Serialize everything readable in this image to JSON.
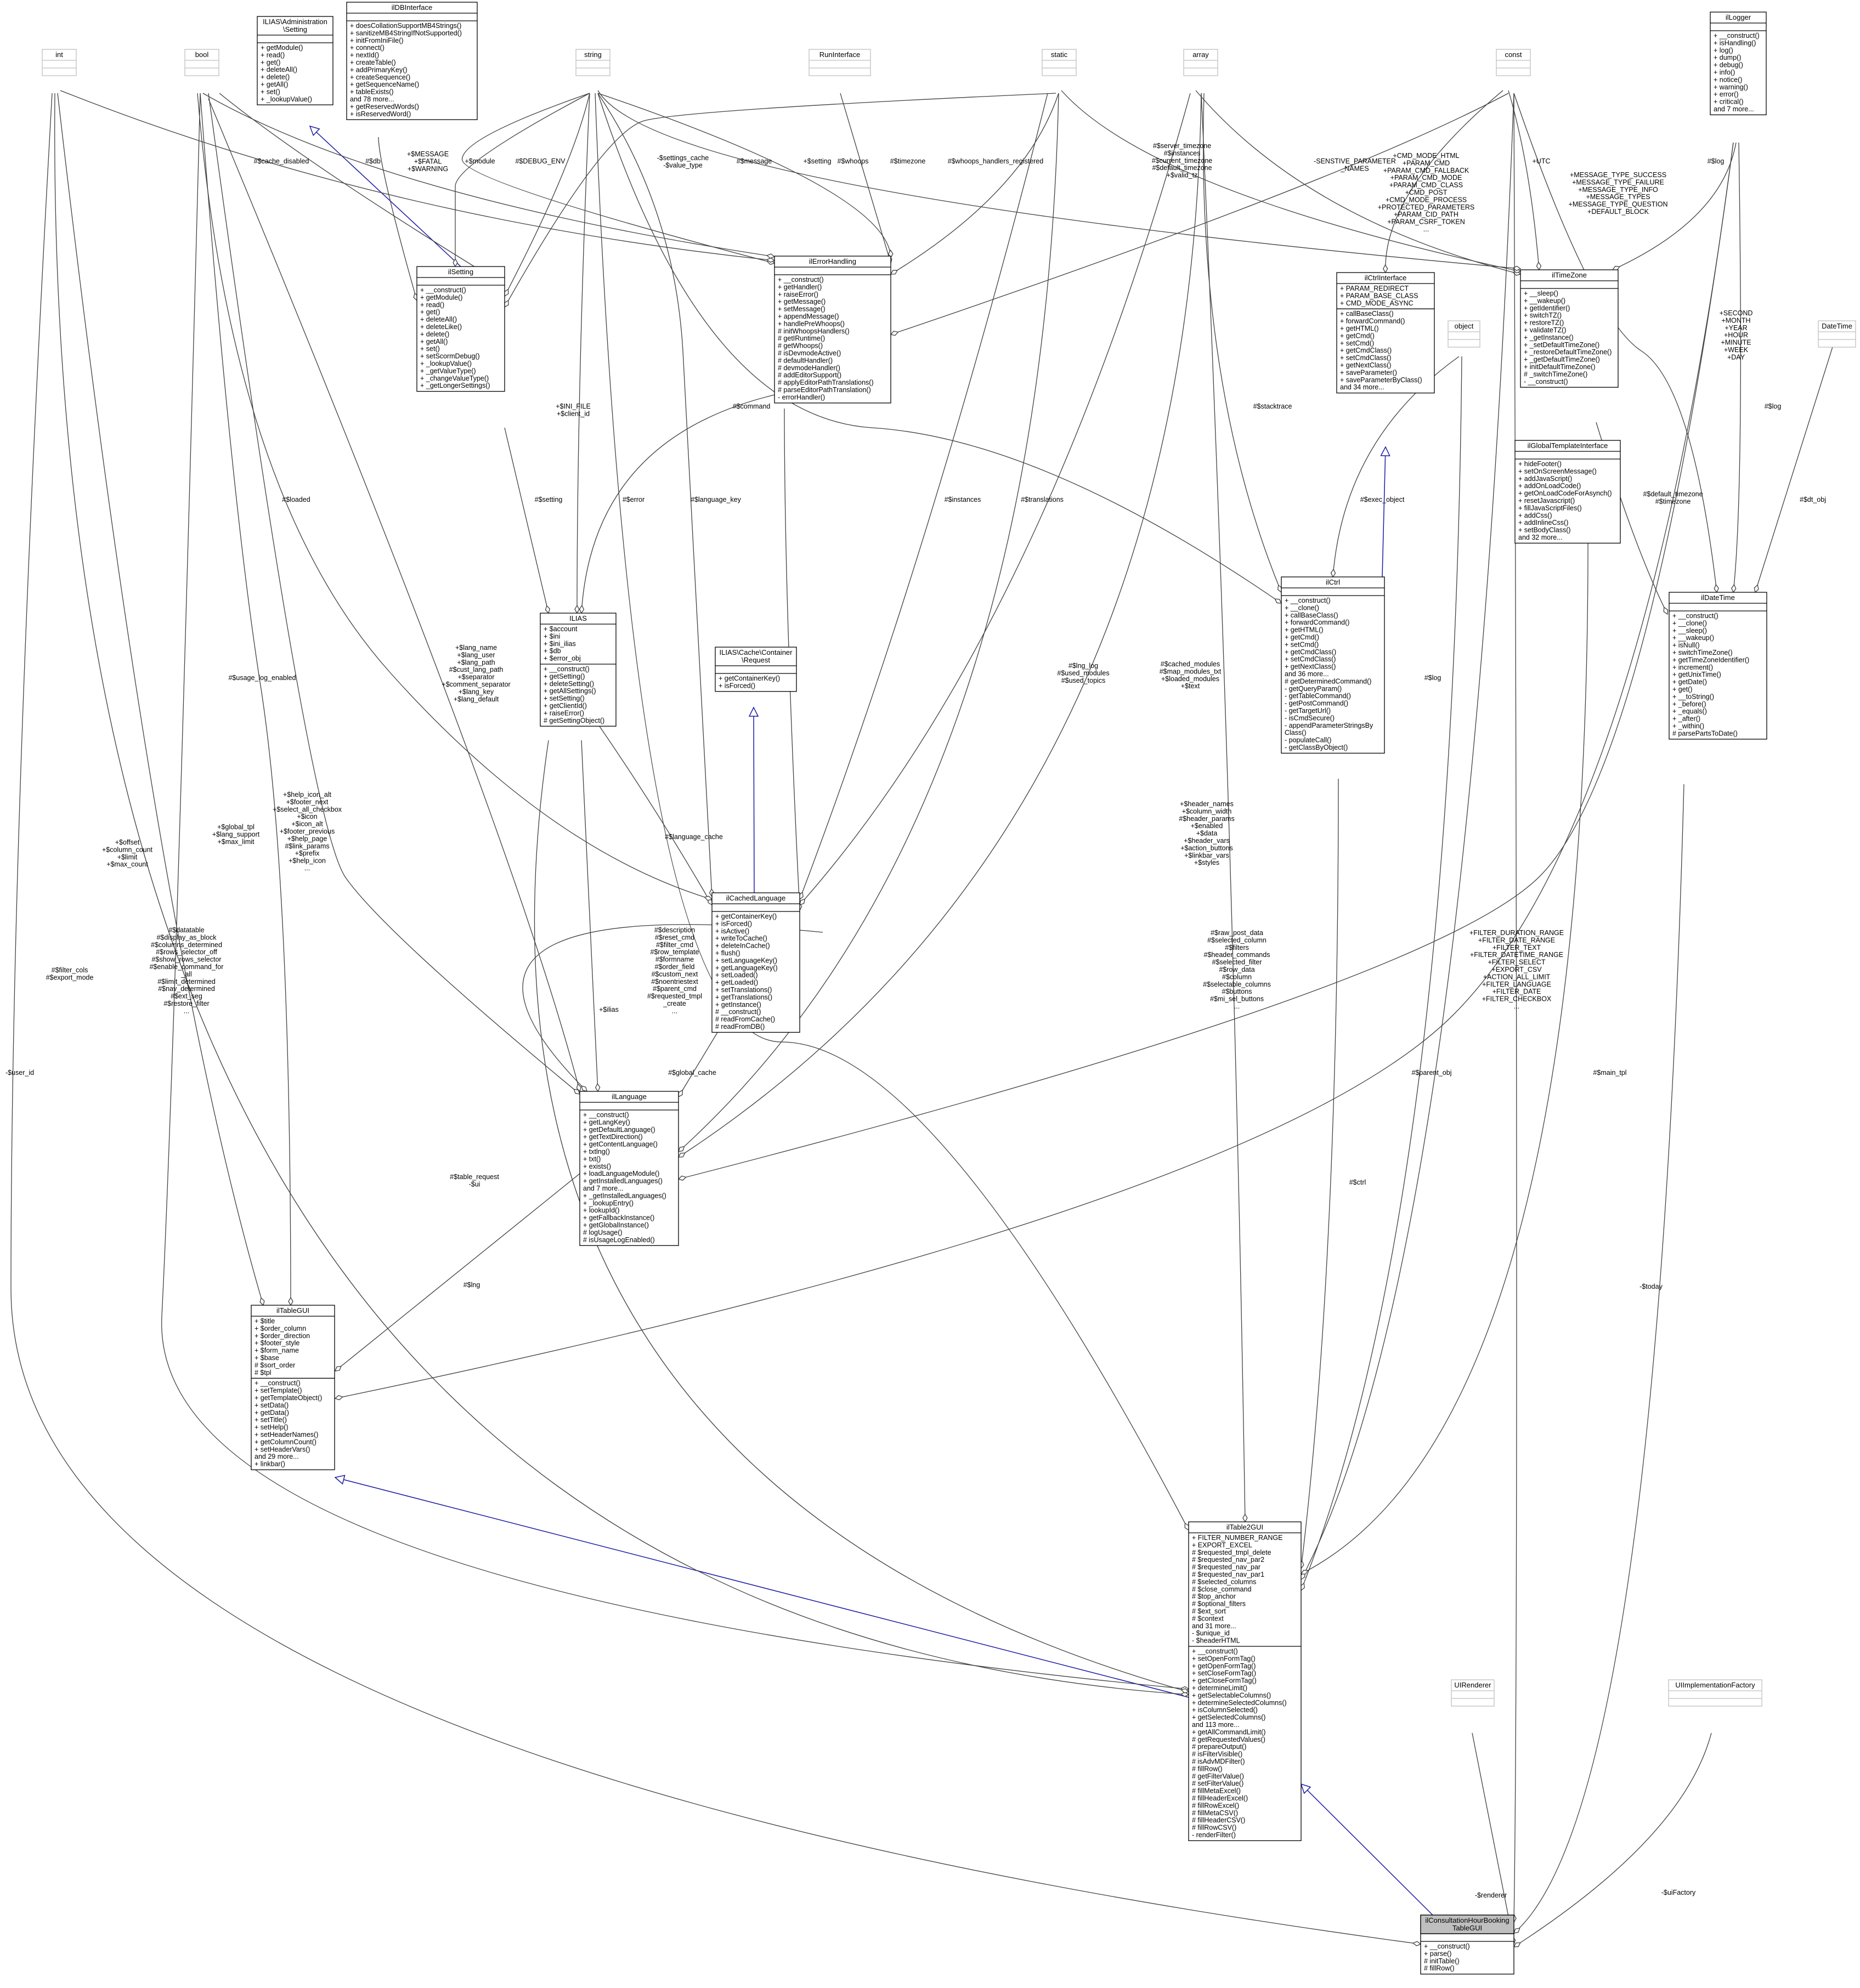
{
  "colors": {
    "inherit_edge": "#1a1aa6",
    "use_edge": "#404040",
    "focus_fill": "#bfbfbf",
    "empty_border": "#bfbfbf"
  },
  "classes": [
    {
      "id": "int",
      "title": [
        "int"
      ],
      "members": [],
      "empty": true
    },
    {
      "id": "bool",
      "title": [
        "bool"
      ],
      "members": [],
      "empty": true
    },
    {
      "id": "setting_iface",
      "title": [
        "ILIAS\\Administration",
        "\\Setting"
      ],
      "members": [
        [],
        [
          "+ getModule()",
          "+ read()",
          "+ get()",
          "+ deleteAll()",
          "+ delete()",
          "+ getAll()",
          "+ set()",
          "+ _lookupValue()"
        ]
      ]
    },
    {
      "id": "dbiface",
      "title": [
        "ilDBInterface"
      ],
      "members": [
        [],
        [
          "+ doesCollationSupportMB4Strings()",
          "+ sanitizeMB4StringIfNotSupported()",
          "+ initFromIniFile()",
          "+ connect()",
          "+ nextId()",
          "+ createTable()",
          "+ addPrimaryKey()",
          "+ createSequence()",
          "+ getSequenceName()",
          "+ tableExists()",
          "and 78 more...",
          "+ getReservedWords()",
          "+ isReservedWord()"
        ]
      ]
    },
    {
      "id": "string",
      "title": [
        "string"
      ],
      "members": [],
      "empty": true
    },
    {
      "id": "runiface",
      "title": [
        "RunInterface"
      ],
      "members": [],
      "empty": true
    },
    {
      "id": "static",
      "title": [
        "static"
      ],
      "members": [],
      "empty": true
    },
    {
      "id": "array",
      "title": [
        "array"
      ],
      "members": [],
      "empty": true
    },
    {
      "id": "const",
      "title": [
        "const"
      ],
      "members": [],
      "empty": true
    },
    {
      "id": "logger",
      "title": [
        "ilLogger"
      ],
      "members": [
        [],
        [
          "+ __construct()",
          "+ isHandling()",
          "+ log()",
          "+ dump()",
          "+ debug()",
          "+ info()",
          "+ notice()",
          "+ warning()",
          "+ error()",
          "+ critical()",
          "and 7 more..."
        ]
      ]
    },
    {
      "id": "setting",
      "title": [
        "ilSetting"
      ],
      "members": [
        [],
        [
          "+ __construct()",
          "+ getModule()",
          "+ read()",
          "+ get()",
          "+ deleteAll()",
          "+ deleteLike()",
          "+ delete()",
          "+ getAll()",
          "+ set()",
          "+ setScormDebug()",
          "+ _lookupValue()",
          "+ _getValueType()",
          "+ _changeValueType()",
          "+ _getLongerSettings()"
        ]
      ]
    },
    {
      "id": "errorhandling",
      "title": [
        "ilErrorHandling"
      ],
      "members": [
        [],
        [
          "+ __construct()",
          "+ getHandler()",
          "+ raiseError()",
          "+ getMessage()",
          "+ setMessage()",
          "+ appendMessage()",
          "+ handlePreWhoops()",
          "# initWhoopsHandlers()",
          "# getIRuntime()",
          "# getWhoops()",
          "# isDevmodeActive()",
          "# defaultHandler()",
          "# devmodeHandler()",
          "# addEditorSupport()",
          "# applyEditorPathTranslations()",
          "# parseEditorPathTranslation()",
          "- errorHandler()"
        ]
      ]
    },
    {
      "id": "ctrliface",
      "title": [
        "ilCtrlInterface"
      ],
      "members": [
        [
          "+ PARAM_REDIRECT",
          "+ PARAM_BASE_CLASS",
          "+ CMD_MODE_ASYNC"
        ],
        [
          "+ callBaseClass()",
          "+ forwardCommand()",
          "+ getHTML()",
          "+ getCmd()",
          "+ setCmd()",
          "+ getCmdClass()",
          "+ setCmdClass()",
          "+ getNextClass()",
          "+ saveParameter()",
          "+ saveParameterByClass()",
          "and 34 more..."
        ]
      ]
    },
    {
      "id": "object",
      "title": [
        "object"
      ],
      "members": [],
      "empty": true
    },
    {
      "id": "timezone",
      "title": [
        "ilTimeZone"
      ],
      "members": [
        [],
        [
          "+ __sleep()",
          "+ __wakeup()",
          "+ getIdentifier()",
          "+ switchTZ()",
          "+ restoreTZ()",
          "+ validateTZ()",
          "+ _getInstance()",
          "+ _setDefaultTimeZone()",
          "+ _restoreDefaultTimeZone()",
          "+ _getDefaultTimeZone()",
          "+ initDefaultTimeZone()",
          "# _switchTimeZone()",
          "- __construct()"
        ]
      ]
    },
    {
      "id": "datetime_php",
      "title": [
        "DateTime"
      ],
      "members": [],
      "empty": true
    },
    {
      "id": "ilias",
      "title": [
        "ILIAS"
      ],
      "members": [
        [
          "+ $account",
          "+ $ini",
          "+ $ini_ilias",
          "+ $db",
          "+ $error_obj"
        ],
        [
          "+ __construct()",
          "+ getSetting()",
          "+ deleteSetting()",
          "+ getAllSettings()",
          "+ setSetting()",
          "+ getClientId()",
          "+ raiseError()",
          "# getSettingObject()"
        ]
      ]
    },
    {
      "id": "globaltpl",
      "title": [
        "ilGlobalTemplateInterface"
      ],
      "members": [
        [],
        [
          "+ hideFooter()",
          "+ setOnScreenMessage()",
          "+ addJavaScript()",
          "+ addOnLoadCode()",
          "+ getOnLoadCodeForAsynch()",
          "+ resetJavascript()",
          "+ fillJavaScriptFiles()",
          "+ addCss()",
          "+ addInlineCss()",
          "+ setBodyClass()",
          "and 32 more..."
        ]
      ]
    },
    {
      "id": "ctrl",
      "title": [
        "ilCtrl"
      ],
      "members": [
        [],
        [
          "+ __construct()",
          "+ __clone()",
          "+ callBaseClass()",
          "+ forwardCommand()",
          "+ getHTML()",
          "+ getCmd()",
          "+ setCmd()",
          "+ getCmdClass()",
          "+ setCmdClass()",
          "+ getNextClass()",
          "and 36 more...",
          "# getDeterminedCommand()",
          "- getQueryParam()",
          "- getTableCommand()",
          "- getPostCommand()",
          "- getTargetUrl()",
          "- isCmdSecure()",
          "- appendParameterStringsBy",
          "Class()",
          "- populateCall()",
          "- getClassByObject()"
        ]
      ]
    },
    {
      "id": "datetime",
      "title": [
        "ilDateTime"
      ],
      "members": [
        [],
        [
          "+ __construct()",
          "+ __clone()",
          "+ __sleep()",
          "+ __wakeup()",
          "+ isNull()",
          "+ switchTimeZone()",
          "+ getTimeZoneIdentifier()",
          "+ increment()",
          "+ getUnixTime()",
          "+ getDate()",
          "+ get()",
          "+ __toString()",
          "+ _before()",
          "+ _equals()",
          "+ _after()",
          "+ _within()",
          "# parsePartsToDate()"
        ]
      ]
    },
    {
      "id": "cacherequest",
      "title": [
        "ILIAS\\Cache\\Container",
        "\\Request"
      ],
      "members": [
        [],
        [
          "+ getContainerKey()",
          "+ isForced()"
        ]
      ]
    },
    {
      "id": "cachedlang",
      "title": [
        "ilCachedLanguage"
      ],
      "members": [
        [],
        [
          "+ getContainerKey()",
          "+ isForced()",
          "+ isActive()",
          "+ writeToCache()",
          "+ deleteInCache()",
          "+ flush()",
          "+ setLanguageKey()",
          "+ getLanguageKey()",
          "+ setLoaded()",
          "+ getLoaded()",
          "+ setTranslations()",
          "+ getTranslations()",
          "+ getInstance()",
          "# __construct()",
          "# readFromCache()",
          "# readFromDB()"
        ]
      ]
    },
    {
      "id": "language",
      "title": [
        "ilLanguage"
      ],
      "members": [
        [],
        [
          "+ __construct()",
          "+ getLangKey()",
          "+ getDefaultLanguage()",
          "+ getTextDirection()",
          "+ getContentLanguage()",
          "+ txtlng()",
          "+ txt()",
          "+ exists()",
          "+ loadLanguageModule()",
          "+ getInstalledLanguages()",
          "and 7 more...",
          "+ _getInstalledLanguages()",
          "+ _lookupEntry()",
          "+ lookupId()",
          "+ getFallbackInstance()",
          "+ getGlobalInstance()",
          "# logUsage()",
          "# isUsageLogEnabled()"
        ]
      ]
    },
    {
      "id": "tablegui",
      "title": [
        "ilTableGUI"
      ],
      "members": [
        [
          "+ $title",
          "+ $order_column",
          "+ $order_direction",
          "+ $footer_style",
          "+ $form_name",
          "+ $base",
          "# $sort_order",
          "# $tpl"
        ],
        [
          "+ __construct()",
          "+ setTemplate()",
          "+ getTemplateObject()",
          "+ setData()",
          "+ getData()",
          "+ setTitle()",
          "+ setHelp()",
          "+ setHeaderNames()",
          "+ getColumnCount()",
          "+ setHeaderVars()",
          "and 29 more...",
          "+ linkbar()"
        ]
      ]
    },
    {
      "id": "table2gui",
      "title": [
        "ilTable2GUI"
      ],
      "members": [
        [
          "+ FILTER_NUMBER_RANGE",
          "+ EXPORT_EXCEL",
          "# $requested_tmpl_delete",
          "# $requested_nav_par2",
          "# $requested_nav_par",
          "# $requested_nav_par1",
          "# $selected_columns",
          "# $close_command",
          "# $top_anchor",
          "# $optional_filters",
          "# $ext_sort",
          "# $context",
          "and 31 more...",
          "- $unique_id",
          "- $headerHTML"
        ],
        [
          "+ __construct()",
          "+ setOpenFormTag()",
          "+ getOpenFormTag()",
          "+ setCloseFormTag()",
          "+ getCloseFormTag()",
          "+ determineLimit()",
          "+ getSelectableColumns()",
          "+ determineSelectedColumns()",
          "+ isColumnSelected()",
          "+ getSelectedColumns()",
          "and 113 more...",
          "+ getAllCommandLimit()",
          "# getRequestedValues()",
          "# prepareOutput()",
          "# isFilterVisible()",
          "# isAdvMDFilter()",
          "# fillRow()",
          "# getFilterValue()",
          "# setFilterValue()",
          "# fillMetaExcel()",
          "# fillHeaderExcel()",
          "# fillRowExcel()",
          "# fillMetaCSV()",
          "# fillHeaderCSV()",
          "# fillRowCSV()",
          "- renderFilter()"
        ]
      ]
    },
    {
      "id": "uirenderer",
      "title": [
        "UIRenderer"
      ],
      "members": [],
      "empty": true
    },
    {
      "id": "uifactory",
      "title": [
        "UIImplementationFactory"
      ],
      "members": [],
      "empty": true
    },
    {
      "id": "focus",
      "title": [
        "ilConsultationHourBooking",
        "TableGUI"
      ],
      "members": [
        [],
        [
          "+ __construct()",
          "+ parse()",
          "# initTable()",
          "# fillRow()"
        ]
      ],
      "focus": true
    }
  ],
  "edge_labels": [
    {
      "id": "lbl_cache_disabled",
      "lines": [
        "#$cache_disabled"
      ]
    },
    {
      "id": "lbl_db",
      "lines": [
        "#$db"
      ]
    },
    {
      "id": "lbl_msg_fatal",
      "lines": [
        "+$MESSAGE",
        "+$FATAL",
        "+$WARNING"
      ]
    },
    {
      "id": "lbl_module",
      "lines": [
        "+$module"
      ]
    },
    {
      "id": "lbl_debug_env",
      "lines": [
        "#$DEBUG_ENV"
      ]
    },
    {
      "id": "lbl_settings_cache",
      "lines": [
        "-$settings_cache",
        "-$value_type"
      ]
    },
    {
      "id": "lbl_message",
      "lines": [
        "#$message"
      ]
    },
    {
      "id": "lbl_setting_err",
      "lines": [
        "+$setting"
      ]
    },
    {
      "id": "lbl_whoops",
      "lines": [
        "#$whoops"
      ]
    },
    {
      "id": "lbl_timezone",
      "lines": [
        "#$timezone"
      ]
    },
    {
      "id": "lbl_whoops_handlers",
      "lines": [
        "#$whoops_handlers_registered"
      ]
    },
    {
      "id": "lbl_server_tz",
      "lines": [
        "#$server_timezone",
        "#$instances",
        "#$current_timezone",
        "#$default_timezone",
        "+$valid_tz"
      ]
    },
    {
      "id": "lbl_sensitive",
      "lines": [
        "-SENSTIVE_PARAMETER",
        "_NAMES"
      ]
    },
    {
      "id": "lbl_cmd_mode",
      "lines": [
        "+CMD_MODE_HTML",
        "+PARAM_CMD",
        "+PARAM_CMD_FALLBACK",
        "+PARAM_CMD_MODE",
        "+PARAM_CMD_CLASS",
        "+CMD_POST",
        "+CMD_MODE_PROCESS",
        "+PROTECTED_PARAMETERS",
        "+PARAM_CID_PATH",
        "+PARAM_CSRF_TOKEN",
        "..."
      ]
    },
    {
      "id": "lbl_utc",
      "lines": [
        "+UTC"
      ]
    },
    {
      "id": "lbl_msgtypes",
      "lines": [
        "+MESSAGE_TYPE_SUCCESS",
        "+MESSAGE_TYPE_FAILURE",
        "+MESSAGE_TYPE_INFO",
        "+MESSAGE_TYPES",
        "+MESSAGE_TYPE_QUESTION",
        "+DEFAULT_BLOCK"
      ]
    },
    {
      "id": "lbl_log_tz",
      "lines": [
        "#$log"
      ]
    },
    {
      "id": "lbl_ini_file",
      "lines": [
        "+$INI_FILE",
        "+$client_id"
      ]
    },
    {
      "id": "lbl_command",
      "lines": [
        "#$command"
      ]
    },
    {
      "id": "lbl_stacktrace",
      "lines": [
        "#$stacktrace"
      ]
    },
    {
      "id": "lbl_second",
      "lines": [
        "+SECOND",
        "+MONTH",
        "+YEAR",
        "+HOUR",
        "+MINUTE",
        "+WEEK",
        "+DAY"
      ]
    },
    {
      "id": "lbl_log_dt",
      "lines": [
        "#$log"
      ]
    },
    {
      "id": "lbl_loaded",
      "lines": [
        "#$loaded"
      ]
    },
    {
      "id": "lbl_setting_ilias",
      "lines": [
        "#$setting"
      ]
    },
    {
      "id": "lbl_error",
      "lines": [
        "#$error"
      ]
    },
    {
      "id": "lbl_language_key",
      "lines": [
        "#$language_key"
      ]
    },
    {
      "id": "lbl_instances",
      "lines": [
        "#$instances"
      ]
    },
    {
      "id": "lbl_translations",
      "lines": [
        "#$translations"
      ]
    },
    {
      "id": "lbl_exec_object",
      "lines": [
        "#$exec_object"
      ]
    },
    {
      "id": "lbl_default_tz",
      "lines": [
        "#$default_timezone",
        "#$timezone"
      ]
    },
    {
      "id": "lbl_dt_obj",
      "lines": [
        "#$dt_obj"
      ]
    },
    {
      "id": "lbl_usage_log",
      "lines": [
        "#$usage_log_enabled"
      ]
    },
    {
      "id": "lbl_lang_name",
      "lines": [
        "+$lang_name",
        "+$lang_user",
        "+$lang_path",
        "#$cust_lang_path",
        "+$separator",
        "+$comment_separator",
        "+$lang_key",
        "+$lang_default"
      ]
    },
    {
      "id": "lbl_lng_log",
      "lines": [
        "#$lng_log",
        "#$used_modules",
        "#$used_topics"
      ]
    },
    {
      "id": "lbl_cached_modules",
      "lines": [
        "#$cached_modules",
        "#$map_modules_txt",
        "+$loaded_modules",
        "+$text"
      ]
    },
    {
      "id": "lbl_log_lang",
      "lines": [
        "#$log"
      ]
    },
    {
      "id": "lbl_language_cache",
      "lines": [
        "#$language_cache"
      ]
    },
    {
      "id": "lbl_help_icon",
      "lines": [
        "+$help_icon_alt",
        "+$footer_next",
        "+$select_all_checkbox",
        "+$icon",
        "+$icon_alt",
        "+$footer_previous",
        "+$help_page",
        "#$link_params",
        "+$prefix",
        "+$help_icon",
        "..."
      ]
    },
    {
      "id": "lbl_offset",
      "lines": [
        "+$offset",
        "+$column_count",
        "+$limit",
        "+$max_count"
      ]
    },
    {
      "id": "lbl_global_tpl",
      "lines": [
        "+$global_tpl",
        "+$lang_support",
        "+$max_limit"
      ]
    },
    {
      "id": "lbl_header_names",
      "lines": [
        "+$header_names",
        "+$column_width",
        "#$header_params",
        "+$enabled",
        "+$data",
        "+$header_vars",
        "+$action_buttons",
        "+$linkbar_vars",
        "+$styles"
      ]
    },
    {
      "id": "lbl_description",
      "lines": [
        "#$description",
        "#$reset_cmd",
        "#$filter_cmd",
        "#$row_template",
        "#$formname",
        "#$order_field",
        "#$custom_next",
        "#$noentriestext",
        "#$parent_cmd",
        "#$requested_tmpl",
        "_create",
        "..."
      ]
    },
    {
      "id": "lbl_datatable",
      "lines": [
        "#$datatable",
        "#$display_as_block",
        "#$columns_determined",
        "#$rows_selector_off",
        "#$show_rows_selector",
        "#$enable_command_for",
        "_all",
        "#$limit_determined",
        "#$nav_determined",
        "#$ext_seg",
        "#$restore_filter",
        "..."
      ]
    },
    {
      "id": "lbl_raw_post",
      "lines": [
        "#$raw_post_data",
        "#$selected_column",
        "#$filters",
        "#$header_commands",
        "#$selected_filter",
        "#$row_data",
        "#$column",
        "#$selectable_columns",
        "#$buttons",
        "#$mi_sel_buttons",
        "..."
      ]
    },
    {
      "id": "lbl_filter_duration",
      "lines": [
        "+FILTER_DURATION_RANGE",
        "+FILTER_DATE_RANGE",
        "+FILTER_TEXT",
        "+FILTER_DATETIME_RANGE",
        "+FILTER_SELECT",
        "+EXPORT_CSV",
        "+ACTION_ALL_LIMIT",
        "+FILTER_LANGUAGE",
        "+FILTER_DATE",
        "+FILTER_CHECKBOX",
        "..."
      ]
    },
    {
      "id": "lbl_filter_cols",
      "lines": [
        "#$filter_cols",
        "#$export_mode"
      ]
    },
    {
      "id": "lbl_global_cache",
      "lines": [
        "#$global_cache"
      ]
    },
    {
      "id": "lbl_ilias",
      "lines": [
        "+$ilias"
      ]
    },
    {
      "id": "lbl_parent_obj",
      "lines": [
        "#$parent_obj"
      ]
    },
    {
      "id": "lbl_main_tpl",
      "lines": [
        "#$main_tpl"
      ]
    },
    {
      "id": "lbl_ctrl",
      "lines": [
        "#$ctrl"
      ]
    },
    {
      "id": "lbl_today",
      "lines": [
        "-$today"
      ]
    },
    {
      "id": "lbl_table_request",
      "lines": [
        "#$table_request",
        "-$ui"
      ]
    },
    {
      "id": "lbl_lng",
      "lines": [
        "#$lng"
      ]
    },
    {
      "id": "lbl_user_id",
      "lines": [
        "-$user_id"
      ]
    },
    {
      "id": "lbl_renderer",
      "lines": [
        "-$renderer"
      ]
    },
    {
      "id": "lbl_uifactory",
      "lines": [
        "-$uiFactory"
      ]
    }
  ]
}
